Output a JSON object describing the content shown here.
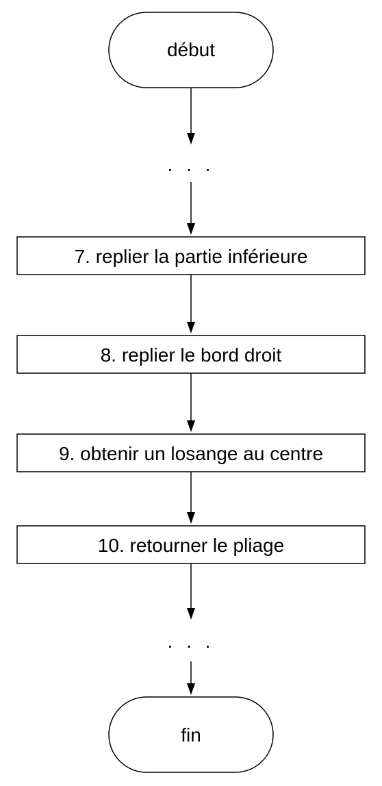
{
  "flowchart": {
    "start": {
      "label": "début"
    },
    "ellipsis_top": {
      "label": ". . ."
    },
    "steps": [
      {
        "label": "7. replier la partie inférieure"
      },
      {
        "label": "8. replier le bord droit"
      },
      {
        "label": "9. obtenir un losange au centre"
      },
      {
        "label": "10. retourner le pliage"
      }
    ],
    "ellipsis_bottom": {
      "label": ". . ."
    },
    "end": {
      "label": "fin"
    }
  }
}
